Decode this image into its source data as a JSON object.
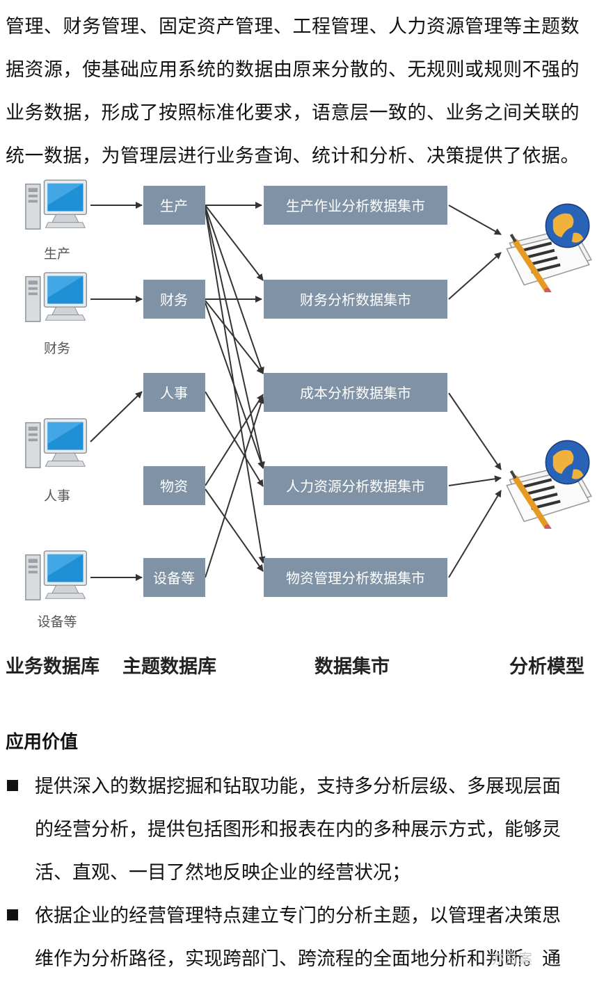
{
  "intro_lines": [
    "管理、财务管理、固定资产管理、工程管理、人力资源管理等主题数",
    "据资源，使基础应用系统的数据由原来分散的、无规则或规则不强的",
    "业务数据，形成了按照标准化要求，语意层一致的、业务之间关联的",
    "统一数据，为管理层进行业务查询、统计和分析、决策提供了依据。"
  ],
  "diagram": {
    "computers": [
      "生产",
      "财务",
      "人事",
      "设备等"
    ],
    "topic_boxes": [
      "生产",
      "财务",
      "人事",
      "物资",
      "设备等"
    ],
    "mart_boxes": [
      "生产作业分析数据集市",
      "财务分析数据集市",
      "成本分析数据集市",
      "人力资源分析数据集市",
      "物资管理分析数据集市"
    ],
    "box_color": "#8092a5",
    "arrow_color": "#333333"
  },
  "column_labels": {
    "business_db": "业务数据库",
    "topic_db": "主题数据库",
    "data_mart": "数据集市",
    "analysis_model": "分析模型"
  },
  "section_title": "应用价值",
  "bullets": [
    [
      "提供深入的数据挖掘和钻取功能，支持多分析层级、多展现层面",
      "的经营分析，提供包括图形和报表在内的多种展示方式，能够灵",
      "活、直观、一目了然地反映企业的经营状况；"
    ],
    [
      "依据企业的经营管理特点建立专门的分析主题，以管理者决策思",
      "维作为分析路径，实现跨部门、跨流程的全面地分析和判断。通"
    ]
  ],
  "watermark": "亦方案"
}
